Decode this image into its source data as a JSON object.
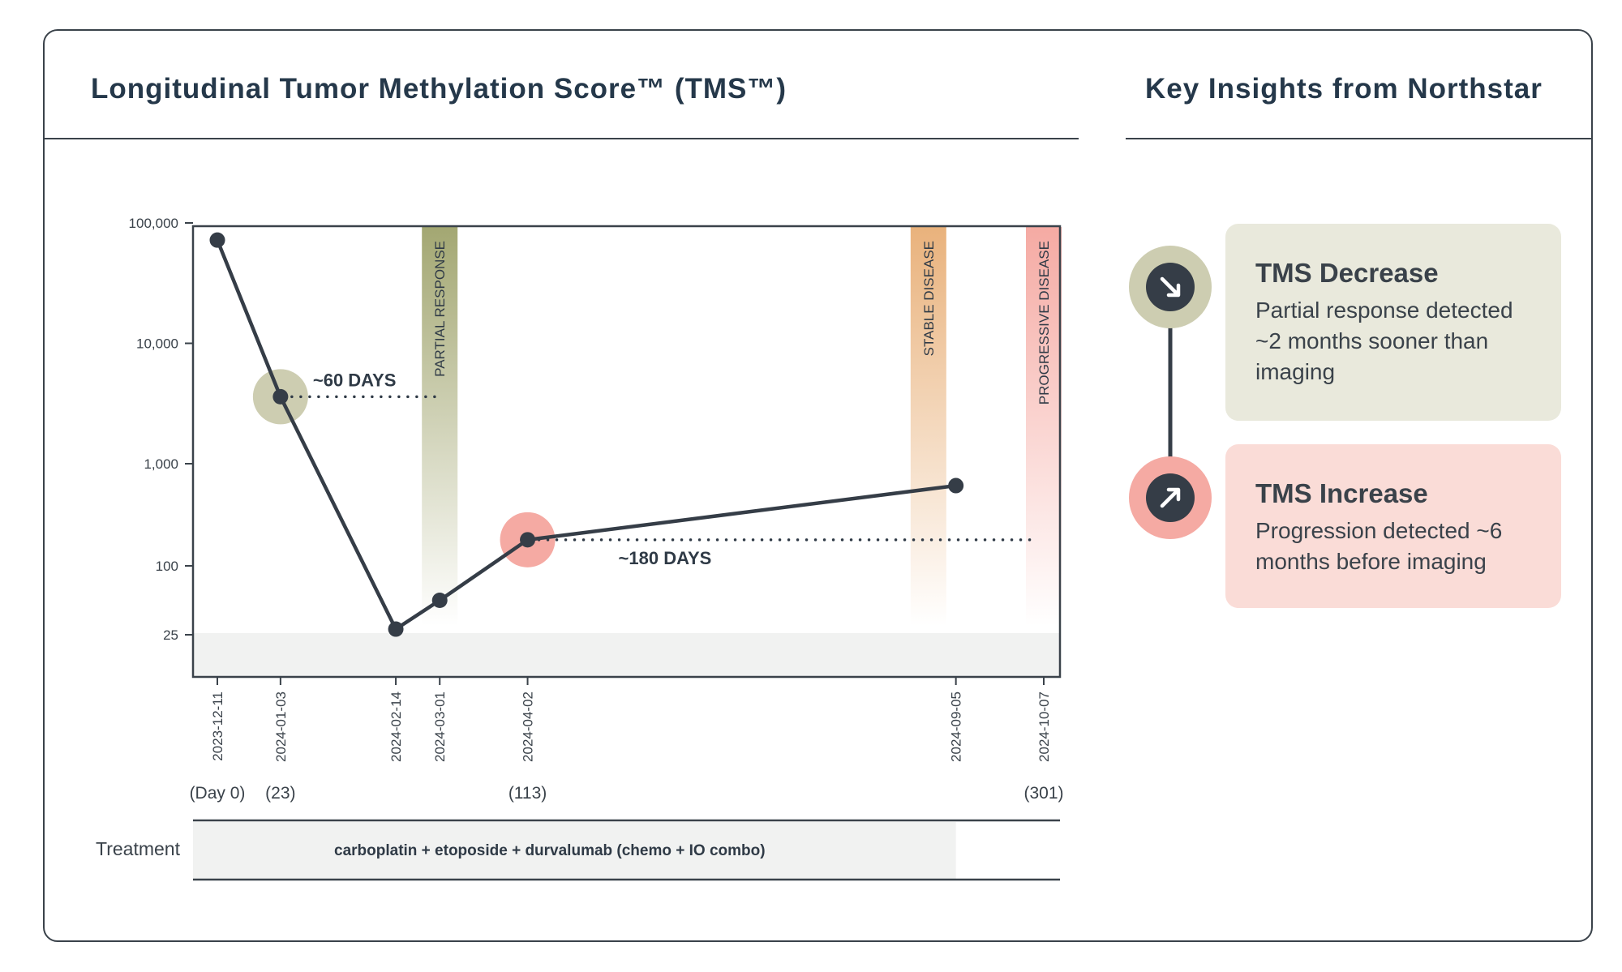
{
  "chart_title": "Longitudinal Tumor Methylation Score™ (TMS™)",
  "insights_title": "Key Insights from Northstar",
  "chart_data": {
    "type": "line",
    "title": "Longitudinal Tumor Methylation Score™ (TMS™)",
    "y_scale": "log",
    "y_ticks": [
      "100,000",
      "10,000",
      "1,000",
      "100",
      "25"
    ],
    "series": [
      {
        "points": [
          {
            "x": "2023-12-11",
            "y": 72000
          },
          {
            "x": "2024-01-03",
            "y": 3600
          },
          {
            "x": "2024-02-14",
            "y": 28
          },
          {
            "x": "2024-03-01",
            "y": 50
          },
          {
            "x": "2024-04-02",
            "y": 180
          },
          {
            "x": "2024-09-05",
            "y": 610
          }
        ]
      }
    ],
    "x_tick_labels": [
      "2023-12-11",
      "2024-01-03",
      "2024-02-14",
      "2024-03-01",
      "2024-04-02",
      "2024-09-05",
      "2024-10-07"
    ],
    "day_labels": [
      {
        "date": "2023-12-11",
        "label": "(Day 0)"
      },
      {
        "date": "2024-01-03",
        "label": "(23)"
      },
      {
        "date": "2024-04-02",
        "label": "(113)"
      },
      {
        "date": "2024-10-07",
        "label": "(301)"
      }
    ],
    "imaging_events": [
      {
        "label": "PARTIAL RESPONSE",
        "date": "2024-03-01",
        "color": "#a3a772"
      },
      {
        "label": "STABLE DISEASE",
        "date": "2024-08-26",
        "color": "#e9b27c"
      },
      {
        "label": "PROGRESSIVE DISEASE",
        "date": "2024-10-07",
        "color": "#f5aaa3"
      }
    ],
    "annotations": [
      {
        "label": "~60 DAYS",
        "from": "2024-01-03",
        "to": "2024-03-01",
        "y": 3600
      },
      {
        "label": "~180 DAYS",
        "from": "2024-04-02",
        "to": "2024-10-07",
        "y": 180
      }
    ],
    "highlights": [
      {
        "date": "2024-01-03",
        "y": 3600,
        "color": "#cdcdb1"
      },
      {
        "date": "2024-04-02",
        "y": 180,
        "color": "#f5aaa3"
      }
    ],
    "treatment": {
      "label": "Treatment",
      "regimen": "carboplatin + etoposide + durvalumab (chemo + IO combo)",
      "start": "2023-12-11",
      "end": "2024-09-05"
    }
  },
  "insights": [
    {
      "title": "TMS Decrease",
      "text": "Partial response detected ~2 months sooner than imaging",
      "icon": "arrow-down-right-icon",
      "circle_color": "#cdcdb1"
    },
    {
      "title": "TMS Increase",
      "text": "Progression detected ~6 months before imaging",
      "icon": "arrow-up-right-icon",
      "circle_color": "#f5aaa3"
    }
  ]
}
